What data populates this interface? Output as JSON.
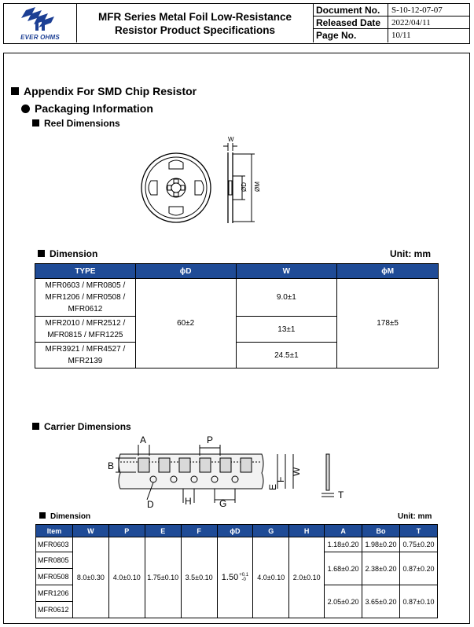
{
  "header": {
    "brand": "EVER OHMS",
    "title_line1": "MFR Series Metal Foil Low-Resistance",
    "title_line2": "Resistor Product Specifications",
    "doc_no_label": "Document No.",
    "doc_no": "S-10-12-07-07",
    "released_label": "Released Date",
    "released": "2022/04/11",
    "page_label": "Page No.",
    "page": "10/11"
  },
  "section": {
    "appendix": "Appendix For SMD Chip Resistor",
    "packaging": "Packaging Information",
    "reel": "Reel Dimensions",
    "carrier": "Carrier Dimensions"
  },
  "reel_figure": {
    "label_w": "W",
    "label_d": "ØD",
    "label_m": "ØM"
  },
  "reel_table": {
    "title": "Dimension",
    "unit": "Unit: mm",
    "headers": [
      "TYPE",
      "ϕD",
      "W",
      "ϕM"
    ],
    "types": [
      "MFR0603 / MFR0805 / MFR1206 / MFR0508 / MFR0612",
      "MFR2010 / MFR2512 / MFR0815 / MFR1225",
      "MFR3921 / MFR4527 / MFR2139"
    ],
    "d": "60±2",
    "w": [
      "9.0±1",
      "13±1",
      "24.5±1"
    ],
    "m": "178±5"
  },
  "carrier_figure": {
    "label_a": "A",
    "label_p": "P",
    "label_b": "B",
    "label_d": "D",
    "label_h": "H",
    "label_g": "G",
    "label_e": "E",
    "label_f": "F",
    "label_w": "W",
    "label_t": "T"
  },
  "carrier_table": {
    "title": "Dimension",
    "unit": "Unit: mm",
    "headers": [
      "Item",
      "W",
      "P",
      "E",
      "F",
      "ϕD",
      "G",
      "H",
      "A",
      "Bo",
      "T"
    ],
    "items": [
      "MFR0603",
      "MFR0805",
      "MFR0508",
      "MFR1206",
      "MFR0612"
    ],
    "w": "8.0±0.30",
    "p": "4.0±0.10",
    "e": "1.75±0.10",
    "f": "3.5±0.10",
    "d_base": "1.50",
    "d_tol_plus": "+0.1",
    "d_tol_minus": "-0",
    "g": "4.0±0.10",
    "h": "2.0±0.10",
    "abt": [
      {
        "a": "1.18±0.20",
        "bo": "1.98±0.20",
        "t": "0.75±0.20"
      },
      {
        "a": "1.68±0.20",
        "bo": "2.38±0.20",
        "t": "0.87±0.20"
      },
      {
        "a": "2.05±0.20",
        "bo": "3.65±0.20",
        "t": "0.87±0.10"
      }
    ]
  },
  "colors": {
    "header_fill": "#1f4b96",
    "logo_blue": "#1c3f94"
  }
}
